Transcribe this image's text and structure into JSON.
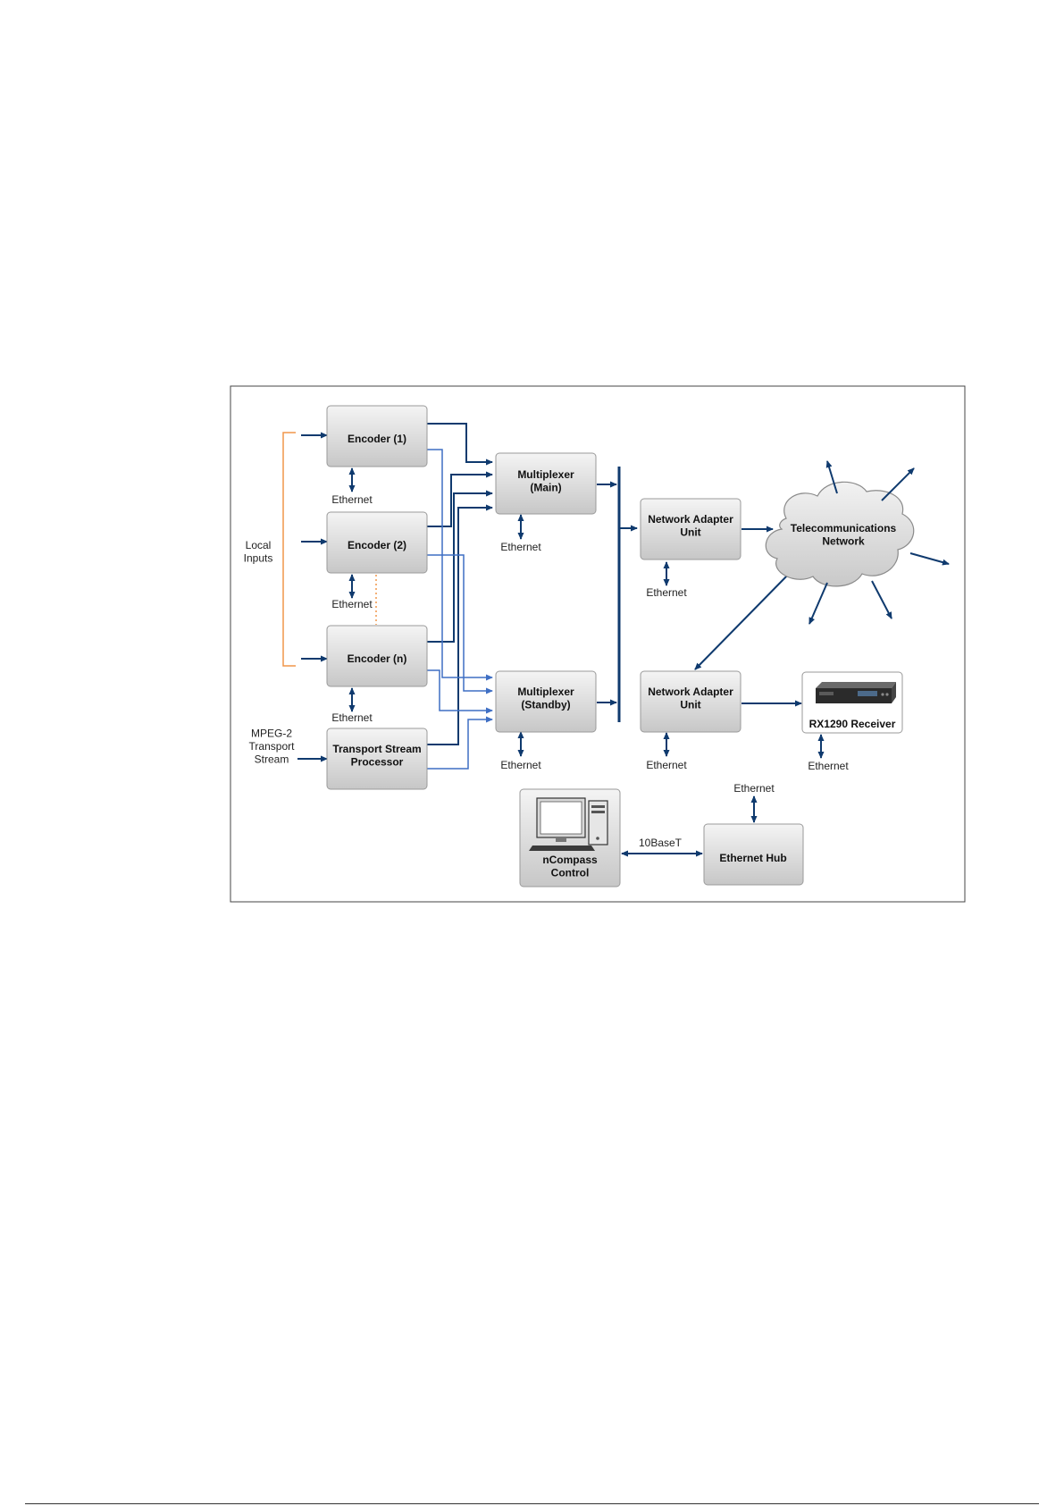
{
  "colors": {
    "dark_line": "#0f3a6e",
    "light_line": "#3f6fc4",
    "bracket": "#f0954a",
    "box_top": "#f4f4f4",
    "box_bottom": "#c7c7c7",
    "box_border": "#9a9a9a",
    "frame_border": "#444444"
  },
  "inputs": {
    "local": "Local\nInputs",
    "mpeg": "MPEG-2\nTransport\nStream"
  },
  "boxes": {
    "encoder1": "Encoder (1)",
    "encoder2": "Encoder (2)",
    "encoder_n": "Encoder (n)",
    "tsp": "Transport Stream\nProcessor",
    "mux_main": "Multiplexer\n(Main)",
    "mux_standby": "Multiplexer\n(Standby)",
    "nau_top": "Network Adapter\nUnit",
    "nau_bottom": "Network Adapter\nUnit",
    "receiver": "RX1290 Receiver",
    "ncompass": "nCompass\nControl",
    "hub": "Ethernet Hub",
    "cloud": "Telecommunications\nNetwork"
  },
  "ethernet_label": "Ethernet",
  "link_label": "10BaseT",
  "icons": {
    "receiver": "rack-receiver-icon",
    "computer": "desktop-computer-icon",
    "cloud": "cloud-icon"
  }
}
